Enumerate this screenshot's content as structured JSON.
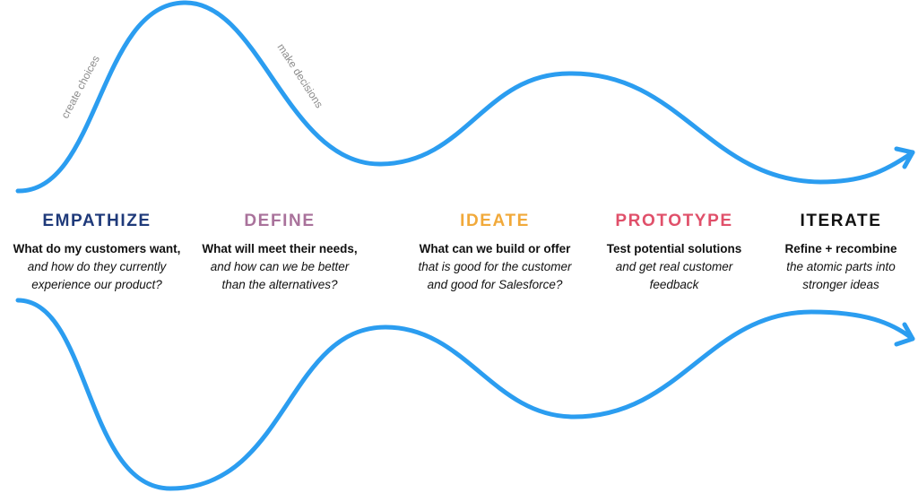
{
  "annotations": {
    "rising": "create choices",
    "falling": "make decisions"
  },
  "colors": {
    "curve": "#2b9df0",
    "annotation_text": "#8c8c8c",
    "body_text": "#111111"
  },
  "stages": [
    {
      "title": "EMPATHIZE",
      "color": "#1f3a7a",
      "question": "What do my customers want,",
      "detail": [
        "and how do they currently",
        "experience our product?"
      ]
    },
    {
      "title": "DEFINE",
      "color": "#a9729b",
      "question": "What will meet their needs,",
      "detail": [
        "and how can we be better",
        "than the alternatives?"
      ]
    },
    {
      "title": "IDEATE",
      "color": "#f1a93a",
      "question": "What can we build or offer",
      "detail": [
        "that is good for the customer",
        "and good for Salesforce?"
      ]
    },
    {
      "title": "PROTOTYPE",
      "color": "#e0506a",
      "question": "Test potential solutions",
      "detail": [
        "and get real customer",
        "feedback"
      ]
    },
    {
      "title": "ITERATE",
      "color": "#111111",
      "question": "Refine + recombine",
      "detail": [
        "the atomic parts into",
        "stronger ideas"
      ]
    }
  ]
}
